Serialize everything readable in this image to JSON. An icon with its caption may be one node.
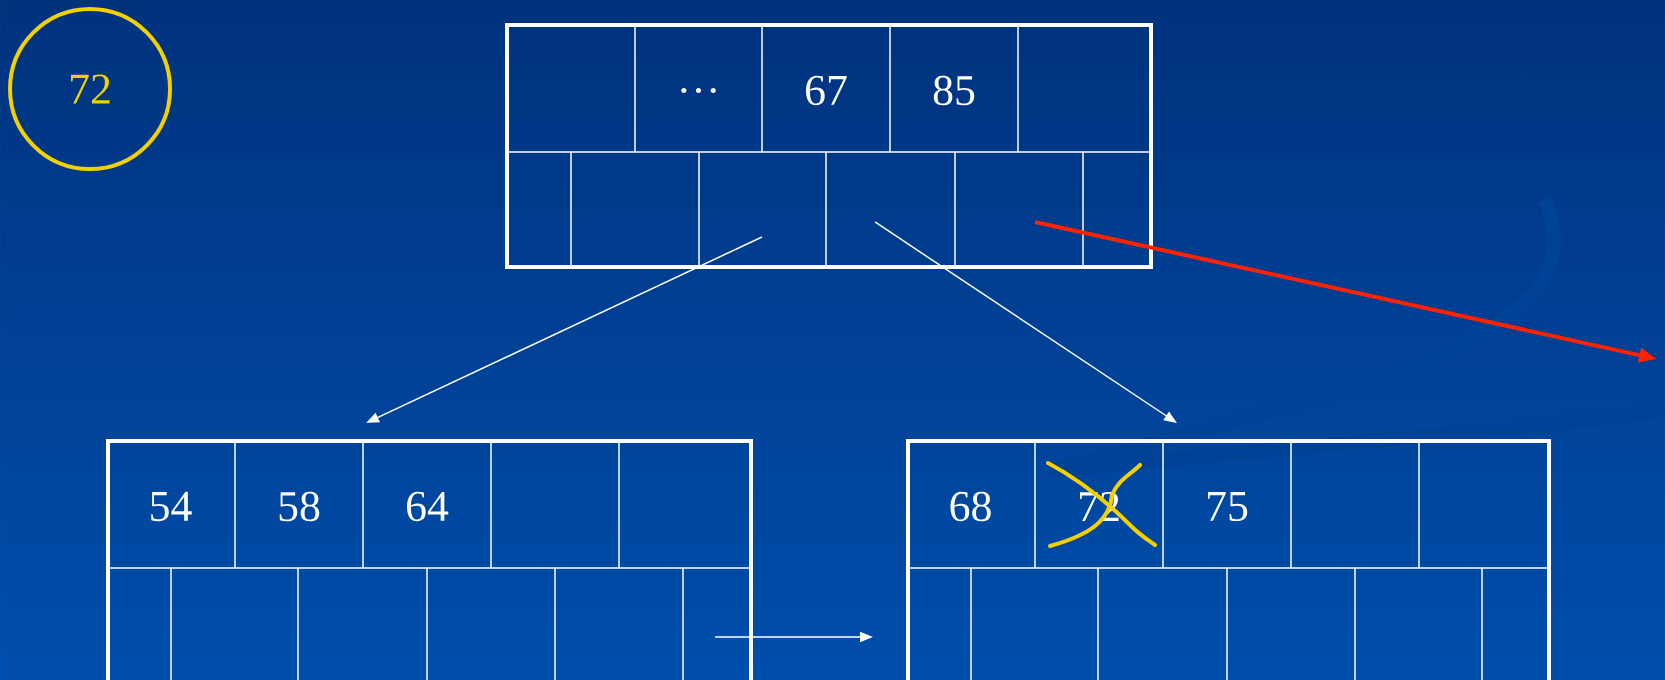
{
  "diagram": {
    "nodes": [
      {
        "text": [
          "72"
        ]
      },
      {
        "text": [
          "…",
          "67",
          "85"
        ]
      },
      {
        "text": [
          "54",
          "58",
          "64"
        ]
      },
      {
        "text": [
          "68",
          "72",
          "75"
        ]
      }
    ],
    "edges": [
      {
        "from": 1,
        "to": 2,
        "arrow": "to"
      },
      {
        "from": 1,
        "to": 3,
        "arrow": "to"
      },
      {
        "from": 2,
        "to": 3,
        "arrow": "to"
      },
      {
        "from": 1,
        "to": null,
        "arrow": "to",
        "style": "thick",
        "color": "#ff2200"
      }
    ]
  }
}
